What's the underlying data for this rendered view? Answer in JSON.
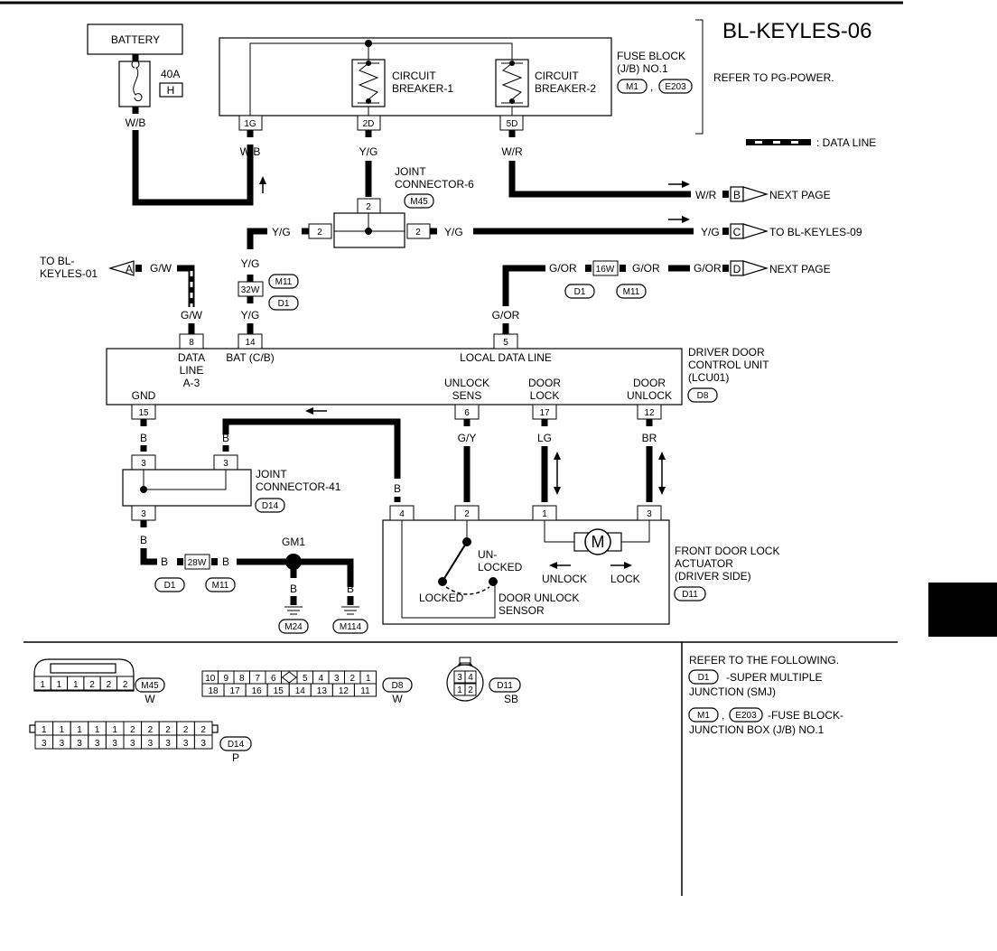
{
  "page_id": "BL-KEYLES-06",
  "battery": {
    "label": "BATTERY",
    "fuse": "40A",
    "fuse_id": "H",
    "wire": "W/B"
  },
  "fuse_block": {
    "title_line1": "FUSE BLOCK",
    "title_line2": "(J/B) NO.1",
    "conn_a": "M1",
    "conn_sep": ",",
    "conn_b": "E203",
    "refer": "REFER TO PG-POWER.",
    "breaker1_line1": "CIRCUIT",
    "breaker1_line2": "BREAKER-1",
    "breaker2_line1": "CIRCUIT",
    "breaker2_line2": "BREAKER-2",
    "pin_1g": "1G",
    "pin_2d": "2D",
    "pin_5d": "5D"
  },
  "legend": {
    "data_line": ": DATA LINE"
  },
  "wires": {
    "wb": "W/B",
    "yg": "Y/G",
    "wr": "W/R",
    "gw": "G/W",
    "gor": "G/OR",
    "gy": "G/Y",
    "lg": "LG",
    "br": "BR",
    "b": "B"
  },
  "joint6": {
    "line1": "JOINT",
    "line2": "CONNECTOR-6",
    "conn": "M45",
    "pin": "2"
  },
  "offpage": {
    "b_letter": "B",
    "b_text": "NEXT PAGE",
    "c_letter": "C",
    "c_text": "TO BL-KEYLES-09",
    "d_letter": "D",
    "d_text": "NEXT PAGE",
    "a_letter": "A",
    "a_text_line1": "TO BL-",
    "a_text_line2": "KEYLES-01"
  },
  "sm_32w": {
    "pin": "32W",
    "conn_a": "M11",
    "conn_b": "D1"
  },
  "sm_16w": {
    "pin": "16W",
    "conn_a": "D1",
    "conn_b": "M11"
  },
  "sm_28w": {
    "pin": "28W",
    "conn_a": "D1",
    "conn_b": "M11"
  },
  "dcu": {
    "title_line1": "DRIVER DOOR",
    "title_line2": "CONTROL UNIT",
    "title_line3": "(LCU01)",
    "conn": "D8",
    "pin8": "8",
    "pin8_l1": "DATA",
    "pin8_l2": "LINE",
    "pin8_l3": "A-3",
    "pin14": "14",
    "pin14_l": "BAT (C/B)",
    "pin5": "5",
    "pin5_l": "LOCAL DATA LINE",
    "pin15": "15",
    "pin15_l": "GND",
    "pin6": "6",
    "pin6_l1": "UNLOCK",
    "pin6_l2": "SENS",
    "pin17": "17",
    "pin17_l1": "DOOR",
    "pin17_l2": "LOCK",
    "pin12": "12",
    "pin12_l1": "DOOR",
    "pin12_l2": "UNLOCK"
  },
  "joint41": {
    "line1": "JOINT",
    "line2": "CONNECTOR-41",
    "conn": "D14",
    "pin": "3"
  },
  "ground": {
    "gm1": "GM1",
    "g1": "M24",
    "g2": "M114"
  },
  "actuator": {
    "title_line1": "FRONT DOOR LOCK",
    "title_line2": "ACTUATOR",
    "title_line3": "(DRIVER SIDE)",
    "conn": "D11",
    "pin4": "4",
    "pin2": "2",
    "pin1": "1",
    "pin3": "3",
    "motor": "M",
    "unlocked_l1": "UN-",
    "unlocked_l2": "LOCKED",
    "locked": "LOCKED",
    "sensor_l1": "DOOR UNLOCK",
    "sensor_l2": "SENSOR",
    "unlock": "UNLOCK",
    "lock": "LOCK"
  },
  "connectors": {
    "m45": {
      "pins": [
        "1",
        "1",
        "1",
        "2",
        "2",
        "2"
      ],
      "name": "M45",
      "color": "W"
    },
    "d8": {
      "row1": [
        "10",
        "9",
        "8",
        "7",
        "6",
        "",
        "5",
        "4",
        "3",
        "2",
        "1"
      ],
      "row2": [
        "18",
        "17",
        "16",
        "15",
        "14",
        "13",
        "12",
        "11"
      ],
      "name": "D8",
      "color": "W"
    },
    "d11": {
      "row1": [
        "3",
        "4"
      ],
      "row2": [
        "1",
        "2"
      ],
      "name": "D11",
      "color": "SB"
    },
    "d14": {
      "row1": [
        "1",
        "1",
        "1",
        "1",
        "1",
        "2",
        "2",
        "2",
        "2",
        "2"
      ],
      "row2": [
        "3",
        "3",
        "3",
        "3",
        "3",
        "3",
        "3",
        "3",
        "3",
        "3"
      ],
      "name": "D14",
      "color": "P"
    }
  },
  "refer": {
    "title": "REFER TO THE FOLLOWING.",
    "d1": "D1",
    "d1_text": "-SUPER MULTIPLE",
    "d1_text2": "JUNCTION (SMJ)",
    "m1": "M1",
    "sep": ",",
    "e203": "E203",
    "m1_text": "-FUSE BLOCK-",
    "m1_text2": "JUNCTION BOX (J/B) NO.1"
  }
}
